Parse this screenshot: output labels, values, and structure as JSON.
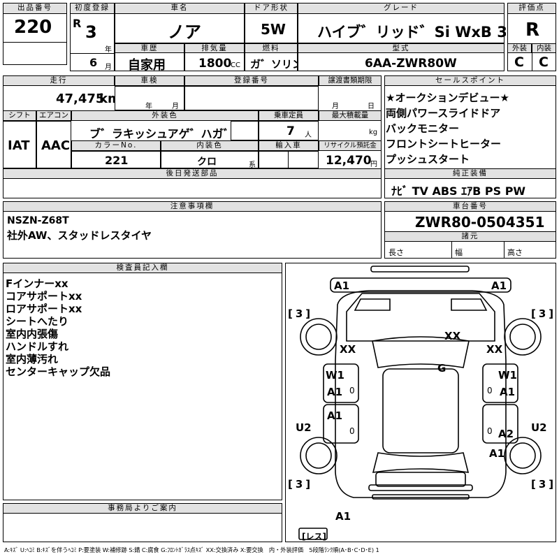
{
  "header": {
    "lot_label": "出品番号",
    "lot_value": "220",
    "first_reg_label": "初度登録",
    "era_letter": "R",
    "year_value": "3",
    "year_unit": "年",
    "month_value": "6",
    "month_unit": "月",
    "car_name_label": "車名",
    "car_name_value": "ノア",
    "doors_label": "ドア形状",
    "doors_value": "5W",
    "grade_label": "グレード",
    "grade_value": "ハイブ゛リッド゛Si WxB 3",
    "score_label": "評価点",
    "score_value": "R",
    "history_label": "車歴",
    "history_value": "自家用",
    "displacement_label": "排気量",
    "displacement_value": "1800",
    "displacement_unit": "CC",
    "fuel_label": "燃料",
    "fuel_value": "ガ゛ソリン",
    "model_label": "型式",
    "model_value": "6AA-ZWR80W",
    "exterior_label": "外装",
    "exterior_value": "C",
    "interior_label": "内装",
    "interior_value": "C"
  },
  "mid": {
    "mileage_label": "走行",
    "mileage_value": "47,475",
    "mileage_unit": "km",
    "inspection_label": "車検",
    "inspection_year_unit": "年",
    "inspection_month_unit": "月",
    "reg_no_label": "登録番号",
    "transfer_label": "譲渡書類期限",
    "transfer_month_unit": "月",
    "transfer_day_unit": "日",
    "shift_label": "シフト",
    "shift_value": "IAT",
    "ac_label": "エアコン",
    "ac_value": "AAC",
    "ext_color_label": "外装色",
    "ext_color_value": "ブ゛ラキッシュアゲ゛ハガ゛ラスフ",
    "capacity_label": "乗車定員",
    "capacity_value": "7",
    "capacity_unit": "人",
    "max_load_label": "最大積載量",
    "max_load_unit": "kg",
    "color_no_label": "カラーNo.",
    "color_no_value": "221",
    "int_color_label": "内装色",
    "int_color_value": "クロ",
    "int_color_unit": "系",
    "import_label": "輸入車",
    "recycle_label": "リサイクル預託金",
    "recycle_value": "12,470",
    "recycle_unit": "円",
    "later_parts_label": "後日発送部品"
  },
  "selling_points": {
    "label": "セールスポイント",
    "items": [
      "★オークションデビュー★",
      "両側パワースライドドア",
      "バックモニター",
      "フロントシートヒーター",
      "プッシュスタート"
    ]
  },
  "equipment": {
    "label": "純正装備",
    "value": "ﾅﾋﾞ TV ABS ｴｱB PS PW"
  },
  "notes": {
    "label": "注意事項欄",
    "lines": [
      "NSZN-Z68T",
      "社外AW、スタッドレスタイヤ"
    ]
  },
  "chassis": {
    "label": "車台番号",
    "value": "ZWR80-0504351",
    "dims_label": "諸元",
    "length_label": "長さ",
    "width_label": "幅",
    "height_label": "高さ"
  },
  "inspector": {
    "label": "検査員記入欄",
    "lines": [
      "Fインナーxx",
      "コアサポートxx",
      "ロアサポートxx",
      "シートへたり",
      "室内内張傷",
      "ハンドルすれ",
      "室内薄汚れ",
      "センターキャップ欠品"
    ]
  },
  "office": {
    "label": "事務局よりご案内"
  },
  "diagram_marks": {
    "a1_top_left": "A1",
    "a1_top_right": "A1",
    "tire_fl": "3",
    "tire_fr": "3",
    "tire_rl": "3",
    "tire_rr": "3",
    "xx_hood": "XX",
    "xx_left": "XX",
    "xx_right": "XX",
    "g_roof": "G",
    "w1_left": "W1",
    "a1_left_front_door": "A1",
    "zero_left": "0",
    "w1_right": "W1",
    "a1_right_front_door": "A1",
    "zero_right": "0",
    "a1_left_rear_door": "A1",
    "zero_left_rear": "0",
    "zero_right_rear": "0",
    "a2_right_rear_door": "A2",
    "u2_left": "U2",
    "u2_right": "U2",
    "a1_right_quarter": "A1",
    "a1_bottom_left": "A1",
    "spare_label": "レス"
  },
  "legend": "A:ｷｽﾞ U:ﾍｺﾐ B:ｷｽﾞを伴うﾍｺﾐ P:要塗装 W:補修跡 S:錆 C:腐食 G:ﾌﾛﾝﾄｶﾞﾗｽ点ｷｽﾞ XX:交換済み X:要交換　内・外装評価　5段階ﾗﾝｸ順(A･B･C･D･E) 1"
}
